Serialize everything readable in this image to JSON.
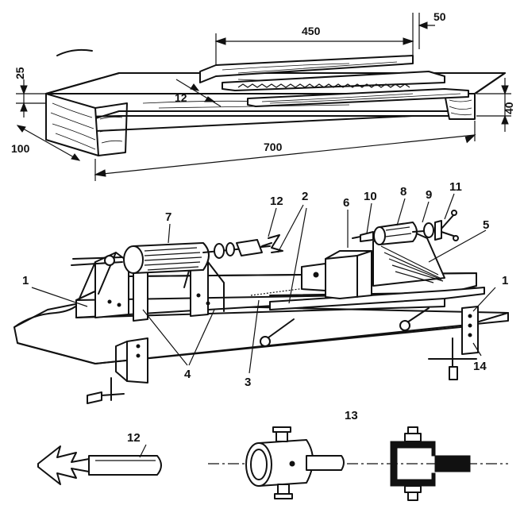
{
  "dimensions": {
    "d450": "450",
    "d50": "50",
    "d25": "25",
    "d12": "12",
    "d40": "40",
    "d100": "100",
    "d700": "700"
  },
  "labels": {
    "p1_left": "1",
    "p1_right": "1",
    "p2": "2",
    "p3": "3",
    "p4": "4",
    "p5": "5",
    "p6": "6",
    "p7": "7",
    "p8": "8",
    "p9": "9",
    "p10": "10",
    "p11": "11",
    "p12_top": "12",
    "p12_detail": "12",
    "p13": "13",
    "p14": "14"
  }
}
